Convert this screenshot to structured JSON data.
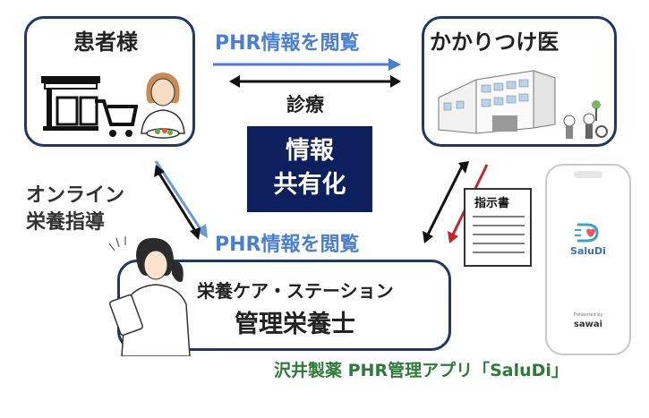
{
  "patient": {
    "title": "患者様"
  },
  "doctor": {
    "title": "かかりつけ医"
  },
  "dietitian": {
    "subtitle": "栄養ケア・ステーション",
    "title": "管理栄養士"
  },
  "arrows": {
    "phr_top": "PHR情報を閲覧",
    "consult": "診療",
    "phr_bottom": "PHR情報を閲覧",
    "online_line1": "オンライン",
    "online_line2": "栄養指導"
  },
  "center": {
    "line1": "情報",
    "line2": "共有化"
  },
  "instruction_doc": {
    "title": "指示書"
  },
  "phone": {
    "app_name": "SaluDi",
    "presented_by": "Presented by",
    "brand": "sawai"
  },
  "footer": {
    "caption": "沢井製薬 PHR管理アプリ「SaluDi」"
  },
  "colors": {
    "box_border": "#1f3864",
    "phr_blue": "#4a7fd0",
    "center_navy": "#0d1f5c",
    "footer_green": "#2e7a3b",
    "instruction_red": "#c0272d"
  }
}
